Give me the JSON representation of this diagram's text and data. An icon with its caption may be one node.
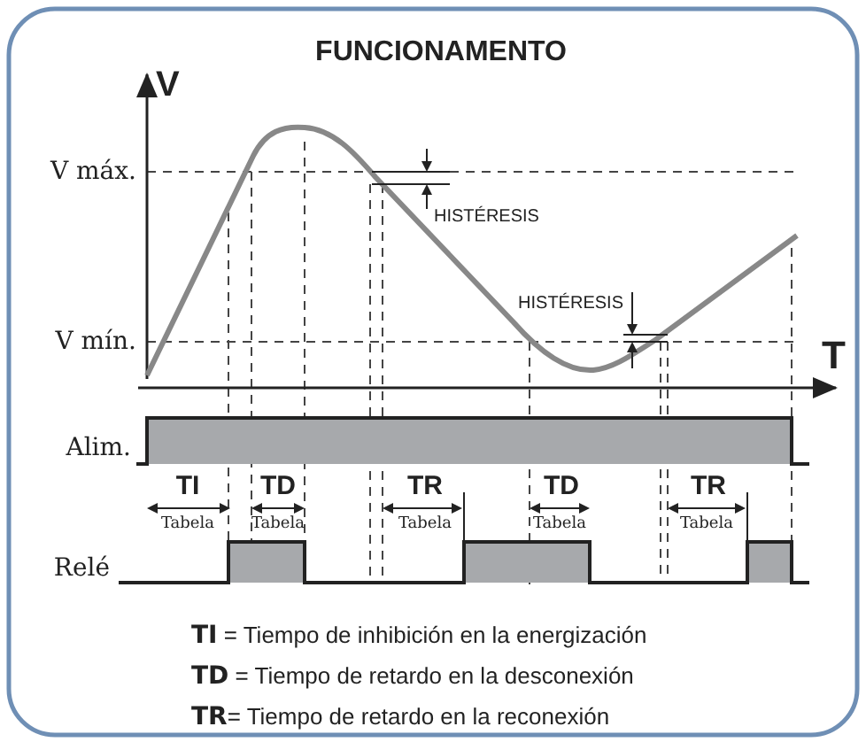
{
  "diagram": {
    "title": "FUNCIONAMENTO",
    "labels": [
      "V",
      "V máx.",
      "HISTÉRESIS",
      "HISTÉRESIS",
      "V mín.",
      "T",
      "Alim.",
      "TI",
      "TD",
      "TR",
      "TD",
      "TR",
      "Tabela",
      "Tabela",
      "Tabela",
      "Tabela",
      "Tabela",
      "Relé",
      "**TI** = Tiempo de inhibición en la energización",
      "**TD** = Tiempo de retardo en la desconexión",
      "**TR**= Tiempo de retardo en la reconexión"
    ]
  }
}
